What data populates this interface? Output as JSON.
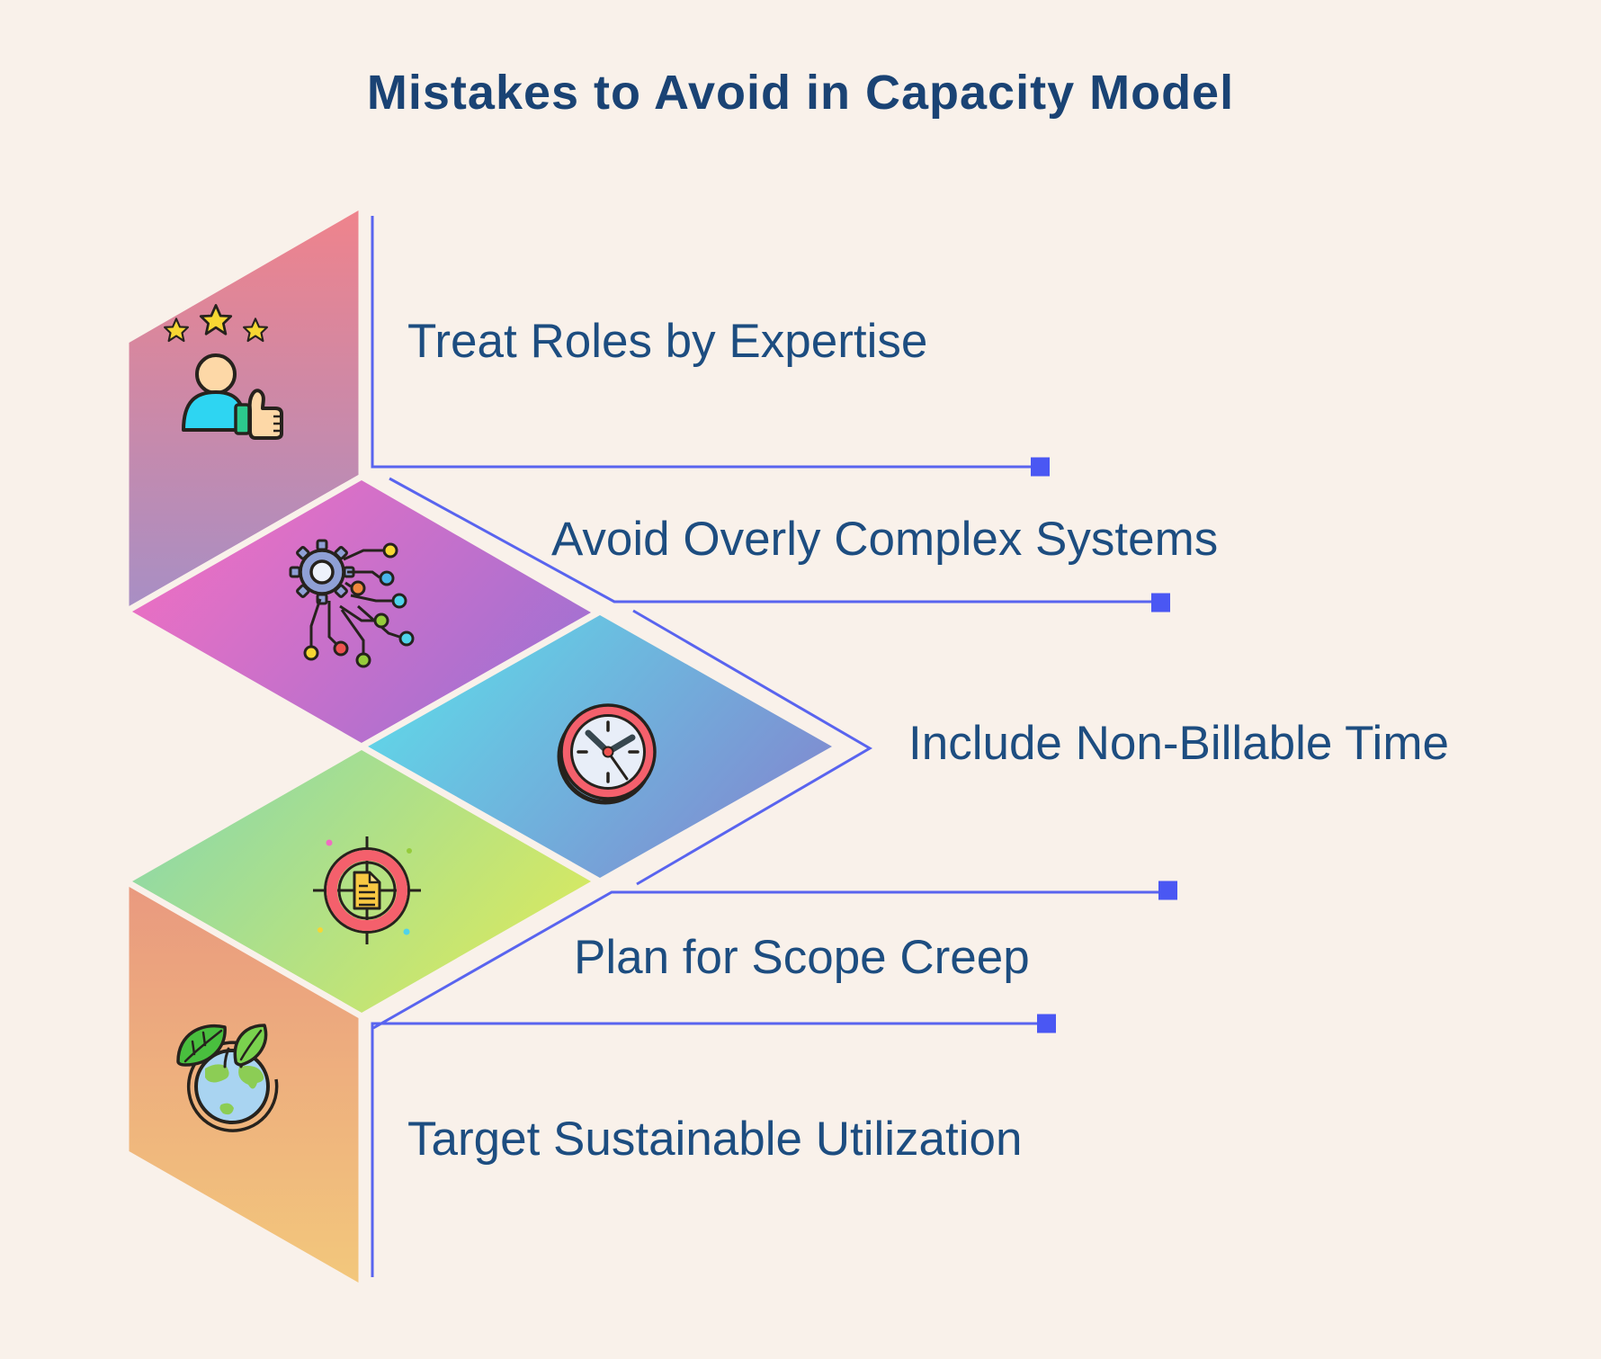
{
  "page": {
    "title": "Mistakes to Avoid in Capacity Model",
    "background": "#f9f1ea",
    "title_color": "#1a4374",
    "label_color": "#1d4d80"
  },
  "connector": {
    "line_color": "#5964ef",
    "square_color": "#4a57f3"
  },
  "items": [
    {
      "label": "Treat Roles by Expertise",
      "icon": "rating-person-thumbs-up-icon",
      "gradient": [
        "#f0838b",
        "#a78fc5"
      ]
    },
    {
      "label": "Avoid Overly Complex Systems",
      "icon": "gear-circuit-icon",
      "gradient": [
        "#f16fc2",
        "#9d71d3"
      ]
    },
    {
      "label": "Include Non-Billable Time",
      "icon": "clock-icon",
      "gradient": [
        "#5edbe9",
        "#8286cf"
      ]
    },
    {
      "label": "Plan for Scope Creep",
      "icon": "target-document-icon",
      "gradient": [
        "#8bd8aa",
        "#dcea5d"
      ]
    },
    {
      "label": "Target Sustainable Utilization",
      "icon": "earth-leaves-icon",
      "gradient": [
        "#e9997f",
        "#f3c87c"
      ]
    }
  ],
  "icon_palette": {
    "outline": "#26221d",
    "star_yellow": "#f7d733",
    "skin": "#fdd8a7",
    "shirt_cyan": "#2ed5f2",
    "cuff_green": "#2cc98d",
    "gear_blue": "#8fa0d6",
    "gear_center": "#eef2fb",
    "node_yellow": "#f7d733",
    "node_blue": "#49b4ea",
    "node_orange": "#f0883d",
    "node_cyan": "#4fd3ea",
    "node_green": "#95cc3b",
    "node_red": "#ef5350",
    "ring_red": "#f4606c",
    "clock_face": "#e8eef8",
    "hand_slate": "#37474f",
    "doc_yellow": "#f9c843",
    "doc_fold": "#fbe089",
    "globe_blue": "#a9d4f1",
    "land_green": "#8ccd55",
    "leaf_dark": "#49bf3e",
    "leaf_light": "#7ad24e",
    "sparkle_pink": "#f06ec2"
  }
}
